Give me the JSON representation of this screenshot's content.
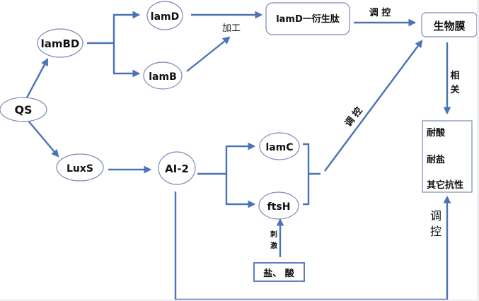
{
  "diagram": {
    "nodes": {
      "qs": "QS",
      "lambd": "lamBD",
      "lamd": "lamD",
      "lamb": "lamB",
      "luxs": "LuxS",
      "ai2": "AI-2",
      "lamc": "lamC",
      "ftsh": "ftsH",
      "peptide": "lamD一衍生肽",
      "biofilm": "生物膜",
      "salt_acid": "盐、 酸"
    },
    "resistance_box": {
      "items": [
        "耐酸",
        "耐盐",
        "其它抗性"
      ]
    },
    "edge_labels": {
      "processing": "加工",
      "regulate_top": "调 控",
      "regulate_diag": "调 控",
      "correlated_1": "相",
      "correlated_2": "关",
      "stimulate_1": "刺",
      "stimulate_2": "激",
      "regulate_bottom_1": "调",
      "regulate_bottom_2": "控"
    },
    "colors": {
      "edge": "#4a72b8",
      "node_border": "#7a88b8",
      "text": "#111111"
    }
  }
}
